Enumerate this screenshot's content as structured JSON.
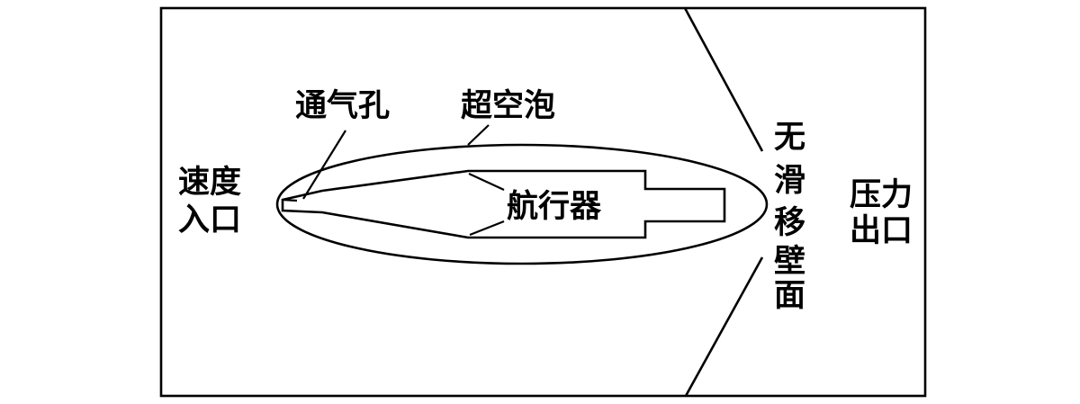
{
  "labels": {
    "velocity_inlet_line1": "速度",
    "velocity_inlet_line2": "入口",
    "vent_hole": "通气孔",
    "supercavity": "超空泡",
    "vehicle": "航行器",
    "wall_chars": [
      "无",
      "滑",
      "移",
      "壁",
      "面"
    ],
    "pressure_outlet_line1": "压力",
    "pressure_outlet_line2": "出口"
  }
}
